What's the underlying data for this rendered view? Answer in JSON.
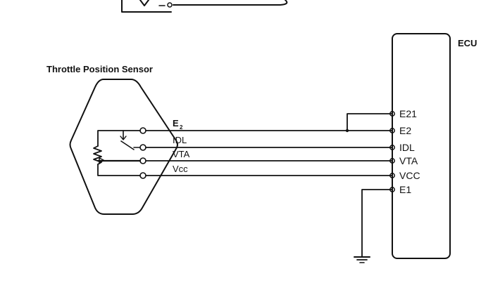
{
  "sensor": {
    "title": "Throttle Position Sensor"
  },
  "wire_labels": {
    "e2": "E",
    "e2_sub": "2",
    "idl": "IDL",
    "vta": "VTA",
    "vcc": "Vcc"
  },
  "ecu": {
    "title": "ECU",
    "pins": [
      "E21",
      "E2",
      "IDL",
      "VTA",
      "VCC",
      "E1"
    ]
  },
  "colors": {
    "ink": "#111111",
    "background": "#ffffff"
  }
}
